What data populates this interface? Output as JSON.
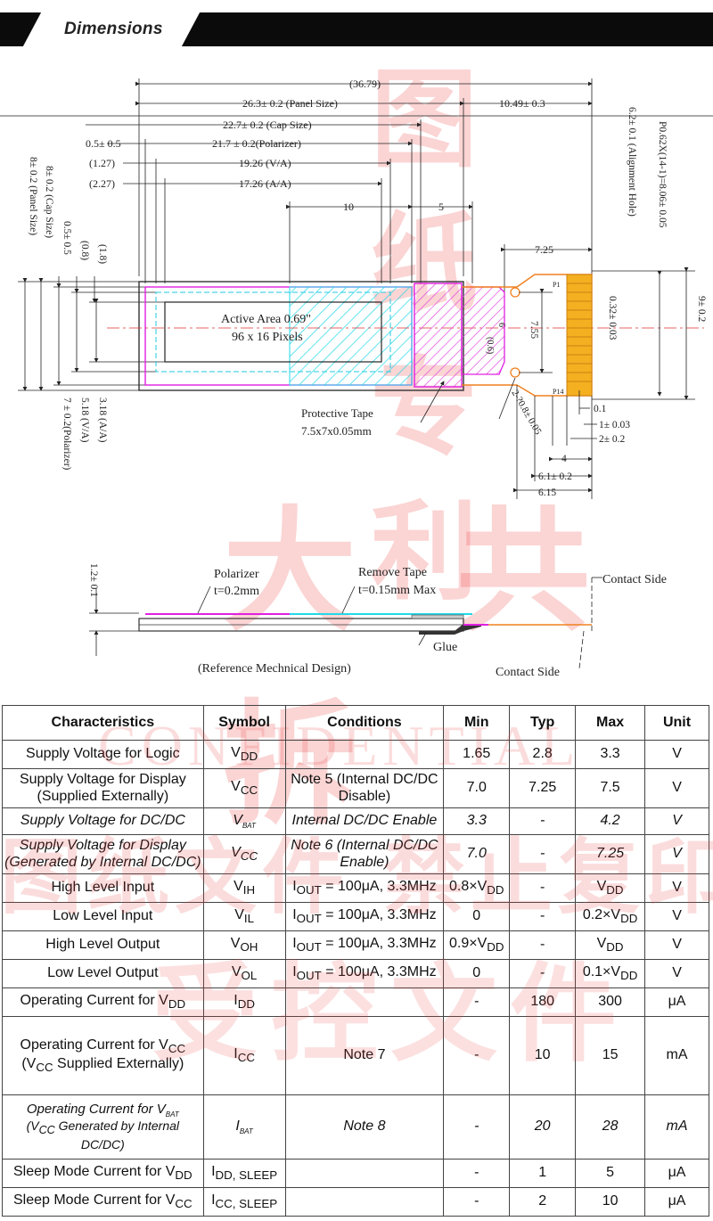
{
  "header": {
    "title": "Dimensions"
  },
  "top_dims": {
    "overall": "(36.79)",
    "panel": "26.3± 0.2 (Panel Size)",
    "fpc": "10.49± 0.3",
    "cap": "22.7± 0.2 (Cap Size)",
    "pol_off": "0.5± 0.5",
    "pol": "21.7 ± 0.2(Polarizer)",
    "va_off": "(1.27)",
    "va": "19.26 (V/A)",
    "aa_off": "(2.27)",
    "aa": "17.26 (A/A)",
    "d10": "10",
    "d5": "5",
    "d725": "7.25"
  },
  "left_dims": {
    "panel": "8± 0.2 (Panel Size)",
    "cap": "8± 0.2 (Cap Size)",
    "off1": "0.5± 0.5",
    "off2": "(0.8)",
    "off3": "(1.8)",
    "aa": "3.18 (A/A)",
    "va": "5.18 (V/A)",
    "pol": "7 ± 0.2(Polarizer)"
  },
  "right_dims": {
    "pitch": "P0.62X(14-1)=8.06± 0.05",
    "align": "6.2± 0.1 (Alignment Hole)",
    "height": "9± 0.2",
    "pad": "0.32± 0.03",
    "d755": "7.55",
    "d6": "6",
    "d06": "(0.6)",
    "hole": "2-?0.8± 0.05",
    "d01": "0.1",
    "d1": "1± 0.03",
    "d2": "2± 0.2",
    "d4": "4",
    "d61": "6.1± 0.2",
    "d615": "6.15",
    "pin1": "P1",
    "pin14": "P14"
  },
  "active_area": {
    "line1": "Active Area 0.69\"",
    "line2": "96 x 16 Pixels"
  },
  "protective_tape": {
    "line1": "Protective Tape",
    "line2": "7.5x7x0.05mm"
  },
  "side_view": {
    "thickness": "1.2± 0.1",
    "polarizer": "Polarizer",
    "polarizer_t": "t=0.2mm",
    "remove_tape": "Remove Tape",
    "remove_tape_t": "t=0.15mm Max",
    "contact_top": "Contact Side",
    "glue": "Glue",
    "contact_bottom": "Contact Side",
    "reference": "(Reference Mechnical Design)"
  },
  "table": {
    "headers": [
      "Characteristics",
      "Symbol",
      "Conditions",
      "Min",
      "Typ",
      "Max",
      "Unit"
    ],
    "rows": [
      {
        "char": "Supply Voltage for Logic",
        "sym": "V",
        "symsub": "DD",
        "cond": "",
        "min": "1.65",
        "typ": "2.8",
        "max": "3.3",
        "unit": "V"
      },
      {
        "char": "Supply Voltage for Display (Supplied Externally)",
        "sym": "V",
        "symsub": "CC",
        "cond": "Note 5 (Internal DC/DC Disable)",
        "min": "7.0",
        "typ": "7.25",
        "max": "7.5",
        "unit": "V"
      },
      {
        "char": "Supply Voltage for DC/DC",
        "sym": "V",
        "symsub": "BAT",
        "cond": "Internal DC/DC Enable",
        "min": "3.3",
        "typ": "-",
        "max": "4.2",
        "unit": "V"
      },
      {
        "char": "Supply Voltage for Display (Generated by Internal DC/DC)",
        "sym": "V",
        "symsub": "CC",
        "cond": "Note 6 (Internal DC/DC Enable)",
        "min": "7.0",
        "typ": "-",
        "max": "7.25",
        "unit": "V"
      },
      {
        "char": "High Level Input",
        "sym": "V",
        "symsub": "IH",
        "cond": "I",
        "condsub": "OUT",
        "condrest": " = 100μA, 3.3MHz",
        "min": "0.8×V",
        "minsub": "DD",
        "typ": "-",
        "max": "V",
        "maxsub": "DD",
        "unit": "V"
      },
      {
        "char": "Low Level Input",
        "sym": "V",
        "symsub": "IL",
        "cond": "I",
        "condsub": "OUT",
        "condrest": " = 100μA, 3.3MHz",
        "min": "0",
        "typ": "-",
        "max": "0.2×V",
        "maxsub": "DD",
        "unit": "V"
      },
      {
        "char": "High Level Output",
        "sym": "V",
        "symsub": "OH",
        "cond": "I",
        "condsub": "OUT",
        "condrest": " = 100μA, 3.3MHz",
        "min": "0.9×V",
        "minsub": "DD",
        "typ": "-",
        "max": "V",
        "maxsub": "DD",
        "unit": "V"
      },
      {
        "char": "Low Level Output",
        "sym": "V",
        "symsub": "OL",
        "cond": "I",
        "condsub": "OUT",
        "condrest": " = 100μA, 3.3MHz",
        "min": "0",
        "typ": "-",
        "max": "0.1×V",
        "maxsub": "DD",
        "unit": "V"
      },
      {
        "char": "Operating Current for V",
        "charsub": "DD",
        "sym": "I",
        "symsub": "DD",
        "cond": "",
        "min": "-",
        "typ": "180",
        "max": "300",
        "unit": "μA"
      },
      {
        "char": "Operating Current for V",
        "charsub": "CC",
        "char2": "(V",
        "char2sub": "CC",
        "char2rest": " Supplied Externally)",
        "sym": "I",
        "symsub": "CC",
        "cond": "Note 7",
        "min": "-",
        "typ": "10",
        "max": "15",
        "unit": "mA"
      },
      {
        "char": "Operating Current for V",
        "charsub": "BAT",
        "char2": "(V",
        "char2sub": "CC",
        "char2rest": " Generated by Internal DC/DC)",
        "sym": "I",
        "symsub": "BAT",
        "cond": "Note 8",
        "min": "-",
        "typ": "20",
        "max": "28",
        "unit": "mA"
      },
      {
        "char": "Sleep Mode Current for V",
        "charsub": "DD",
        "sym": "I",
        "symsub": "DD, SLEEP",
        "cond": "",
        "min": "-",
        "typ": "1",
        "max": "5",
        "unit": "μA"
      },
      {
        "char": "Sleep Mode Current for V",
        "charsub": "CC",
        "sym": "I",
        "symsub": "CC, SLEEP",
        "cond": "",
        "min": "-",
        "typ": "2",
        "max": "10",
        "unit": "μA"
      }
    ]
  },
  "watermarks": {
    "top": "图 纸 专 利",
    "mid": "大 共 拆",
    "side": "CONFIDENTIAL",
    "bottom": "图纸文件 禁止复印",
    "bottom2": "受控文件"
  }
}
